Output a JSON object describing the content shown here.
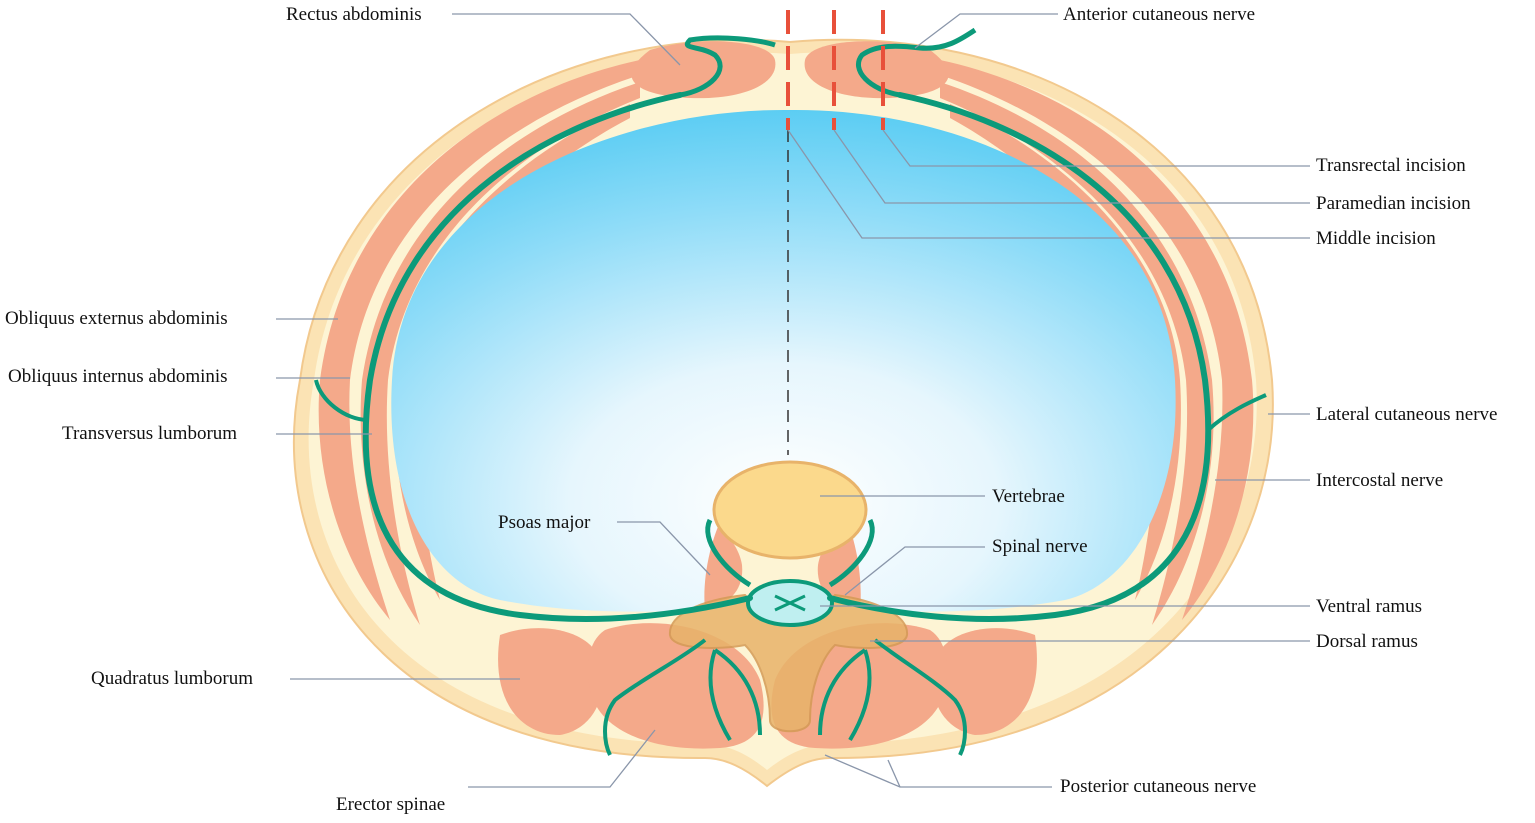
{
  "labels": {
    "rectus_abdominis": "Rectus abdominis",
    "anterior_cutaneous_nerve": "Anterior cutaneous nerve",
    "transrectal_incision": "Transrectal incision",
    "paramedian_incision": "Paramedian incision",
    "middle_incision": "Middle incision",
    "obliquus_externus_abdominis": "Obliquus externus abdominis",
    "obliquus_internus_abdominis": "Obliquus internus abdominis",
    "transversus_lumborum": "Transversus lumborum",
    "lateral_cutaneous_nerve": "Lateral cutaneous nerve",
    "intercostal_nerve": "Intercostal nerve",
    "vertebrae": "Vertebrae",
    "psoas_major": "Psoas major",
    "spinal_nerve": "Spinal nerve",
    "ventral_ramus": "Ventral ramus",
    "dorsal_ramus": "Dorsal ramus",
    "quadratus_lumborum": "Quadratus lumborum",
    "erector_spinae": "Erector spinae",
    "posterior_cutaneous_nerve": "Posterior cutaneous nerve"
  },
  "colors": {
    "skin": "#fbe3b4",
    "fascia": "#fdf4d4",
    "muscle": "#f4a98a",
    "nerve": "#0c9a7a",
    "incision": "#e8503a",
    "cavity_edge": "#5ccdf3",
    "vertebra": "#fbd98c",
    "leader": "#8a96aa"
  }
}
